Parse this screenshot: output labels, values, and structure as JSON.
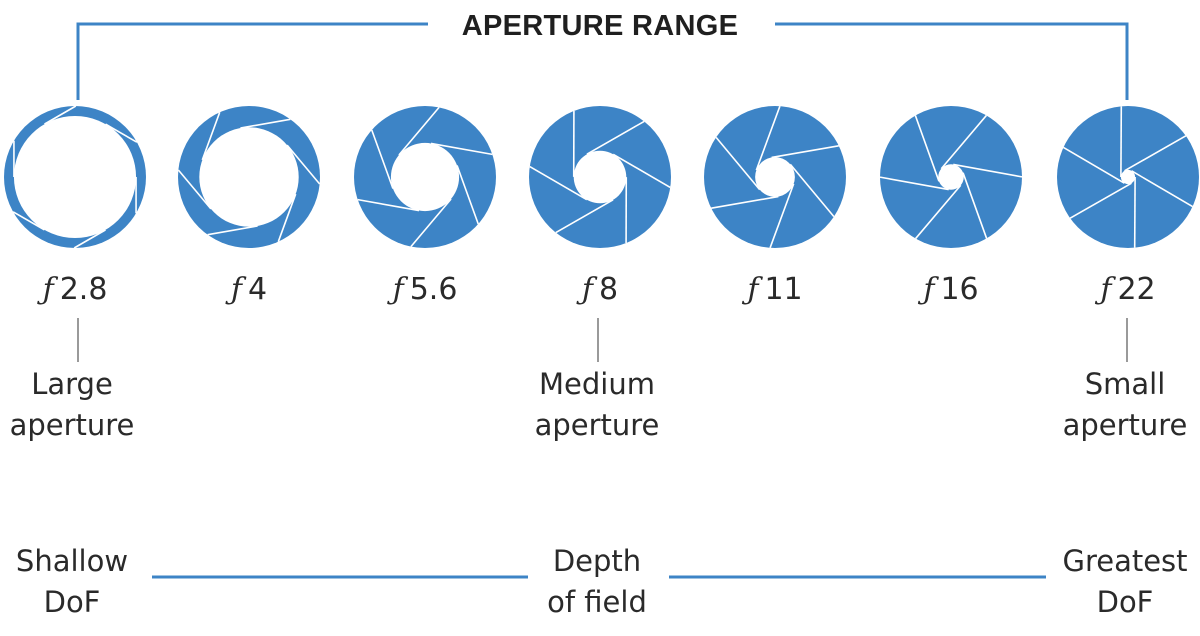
{
  "title": "APERTURE RANGE",
  "accent_color": "#3d84c6",
  "stops": [
    {
      "f": "ƒ",
      "label": "2.8",
      "opening": 0.86
    },
    {
      "f": "ƒ",
      "label": "4",
      "opening": 0.7
    },
    {
      "f": "ƒ",
      "label": "5.6",
      "opening": 0.48
    },
    {
      "f": "ƒ",
      "label": "8",
      "opening": 0.37
    },
    {
      "f": "ƒ",
      "label": "11",
      "opening": 0.28
    },
    {
      "f": "ƒ",
      "label": "16",
      "opening": 0.18
    },
    {
      "f": "ƒ",
      "label": "22",
      "opening": 0.1
    }
  ],
  "descriptors": {
    "large": {
      "line1": "Large",
      "line2": "aperture"
    },
    "medium": {
      "line1": "Medium",
      "line2": "aperture"
    },
    "small": {
      "line1": "Small",
      "line2": "aperture"
    }
  },
  "dof": {
    "shallow": {
      "line1": "Shallow",
      "line2": "DoF"
    },
    "center": {
      "line1": "Depth",
      "line2": "of field"
    },
    "greatest": {
      "line1": "Greatest",
      "line2": "DoF"
    }
  }
}
